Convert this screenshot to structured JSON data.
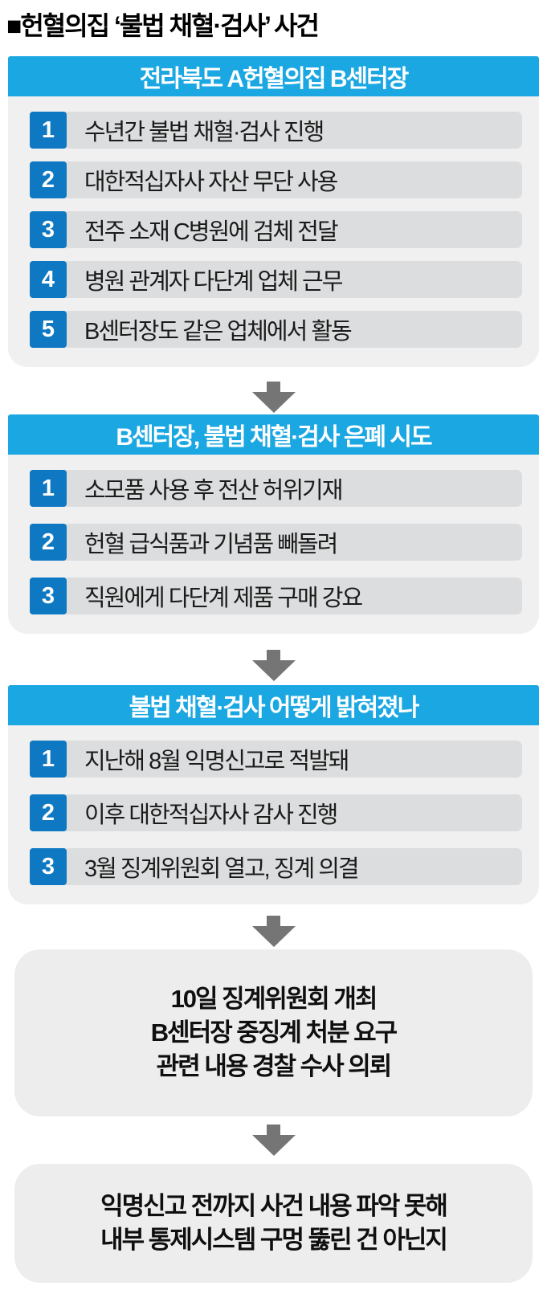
{
  "title": "■헌혈의집 ‘불법 채혈·검사’ 사건",
  "colors": {
    "header_blue": "#1aa7e2",
    "badge_blue": "#0e78c2",
    "row_gray": "#dcddde",
    "container_gray": "#f0f0f1",
    "summary_box_gray": "#ededed",
    "arrow_gray": "#757575",
    "text_dark": "#1b1b1b"
  },
  "icons": {
    "down_arrow": "▼"
  },
  "sections": [
    {
      "header": "전라북도 A헌혈의집 B센터장",
      "items": [
        {
          "num": "1",
          "text": "수년간 불법 채혈·검사 진행"
        },
        {
          "num": "2",
          "text": "대한적십자사 자산 무단 사용"
        },
        {
          "num": "3",
          "text": "전주 소재 C병원에 검체 전달"
        },
        {
          "num": "4",
          "text": "병원 관계자 다단계 업체 근무"
        },
        {
          "num": "5",
          "text": "B센터장도 같은 업체에서 활동"
        }
      ]
    },
    {
      "header": "B센터장, 불법 채혈·검사 은폐 시도",
      "items": [
        {
          "num": "1",
          "text": "소모품 사용 후 전산 허위기재"
        },
        {
          "num": "2",
          "text": "헌혈 급식품과 기념품 빼돌려"
        },
        {
          "num": "3",
          "text": "직원에게 다단계 제품 구매 강요"
        }
      ]
    },
    {
      "header": "불법 채혈·검사 어떻게 밝혀졌나",
      "items": [
        {
          "num": "1",
          "text": "지난해 8월 익명신고로 적발돼"
        },
        {
          "num": "2",
          "text": "이후 대한적십자사 감사 진행"
        },
        {
          "num": "3",
          "text": "3월 징계위원회 열고, 징계 의결"
        }
      ]
    }
  ],
  "summary_boxes": [
    {
      "lines": [
        "10일 징계위원회 개최",
        "B센터장 중징계 처분 요구",
        "관련 내용 경찰 수사 의뢰"
      ]
    },
    {
      "lines": [
        "익명신고 전까지 사건 내용 파악 못해",
        "내부 통제시스템 구멍 뚫린 건 아닌지"
      ]
    }
  ]
}
